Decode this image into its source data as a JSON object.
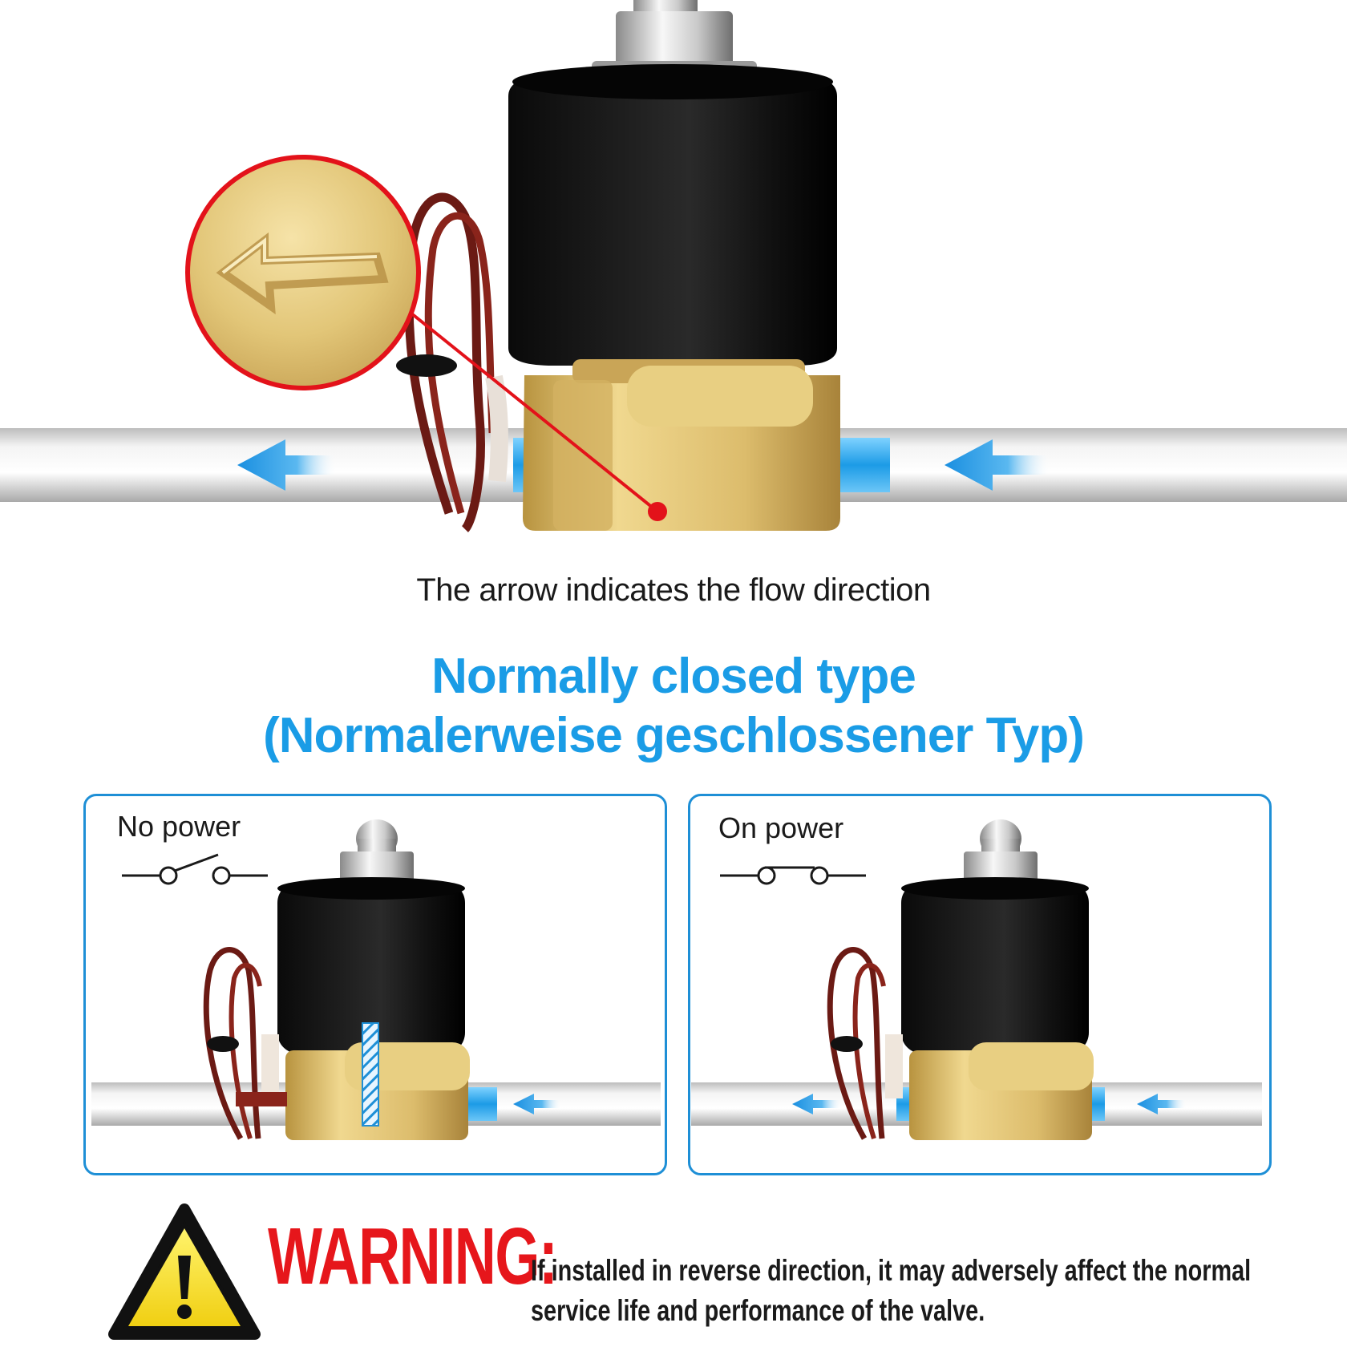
{
  "caption": "The arrow indicates the flow direction",
  "type_title_line1": "Normally closed type",
  "type_title_line2": "(Normalerweise geschlossener Typ)",
  "panels": [
    {
      "label": "No power",
      "switch_state": "open"
    },
    {
      "label": "On power",
      "switch_state": "closed"
    }
  ],
  "warning": {
    "word": "WARNING:",
    "line1": "If installed in reverse direction, it may adversely affect the normal",
    "line2": "service life and performance of the valve."
  },
  "colors": {
    "accent_blue": "#1a9ce6",
    "warning_red": "#e6161b",
    "brass": "#d9b866",
    "coil_black": "#111111",
    "wire_brown": "#6b1a14",
    "triangle_yellow": "#f5e22a"
  },
  "icons": [
    "flow-arrow-icon",
    "warning-triangle-icon",
    "switch-open-icon",
    "switch-closed-icon",
    "magnifier-circle"
  ]
}
